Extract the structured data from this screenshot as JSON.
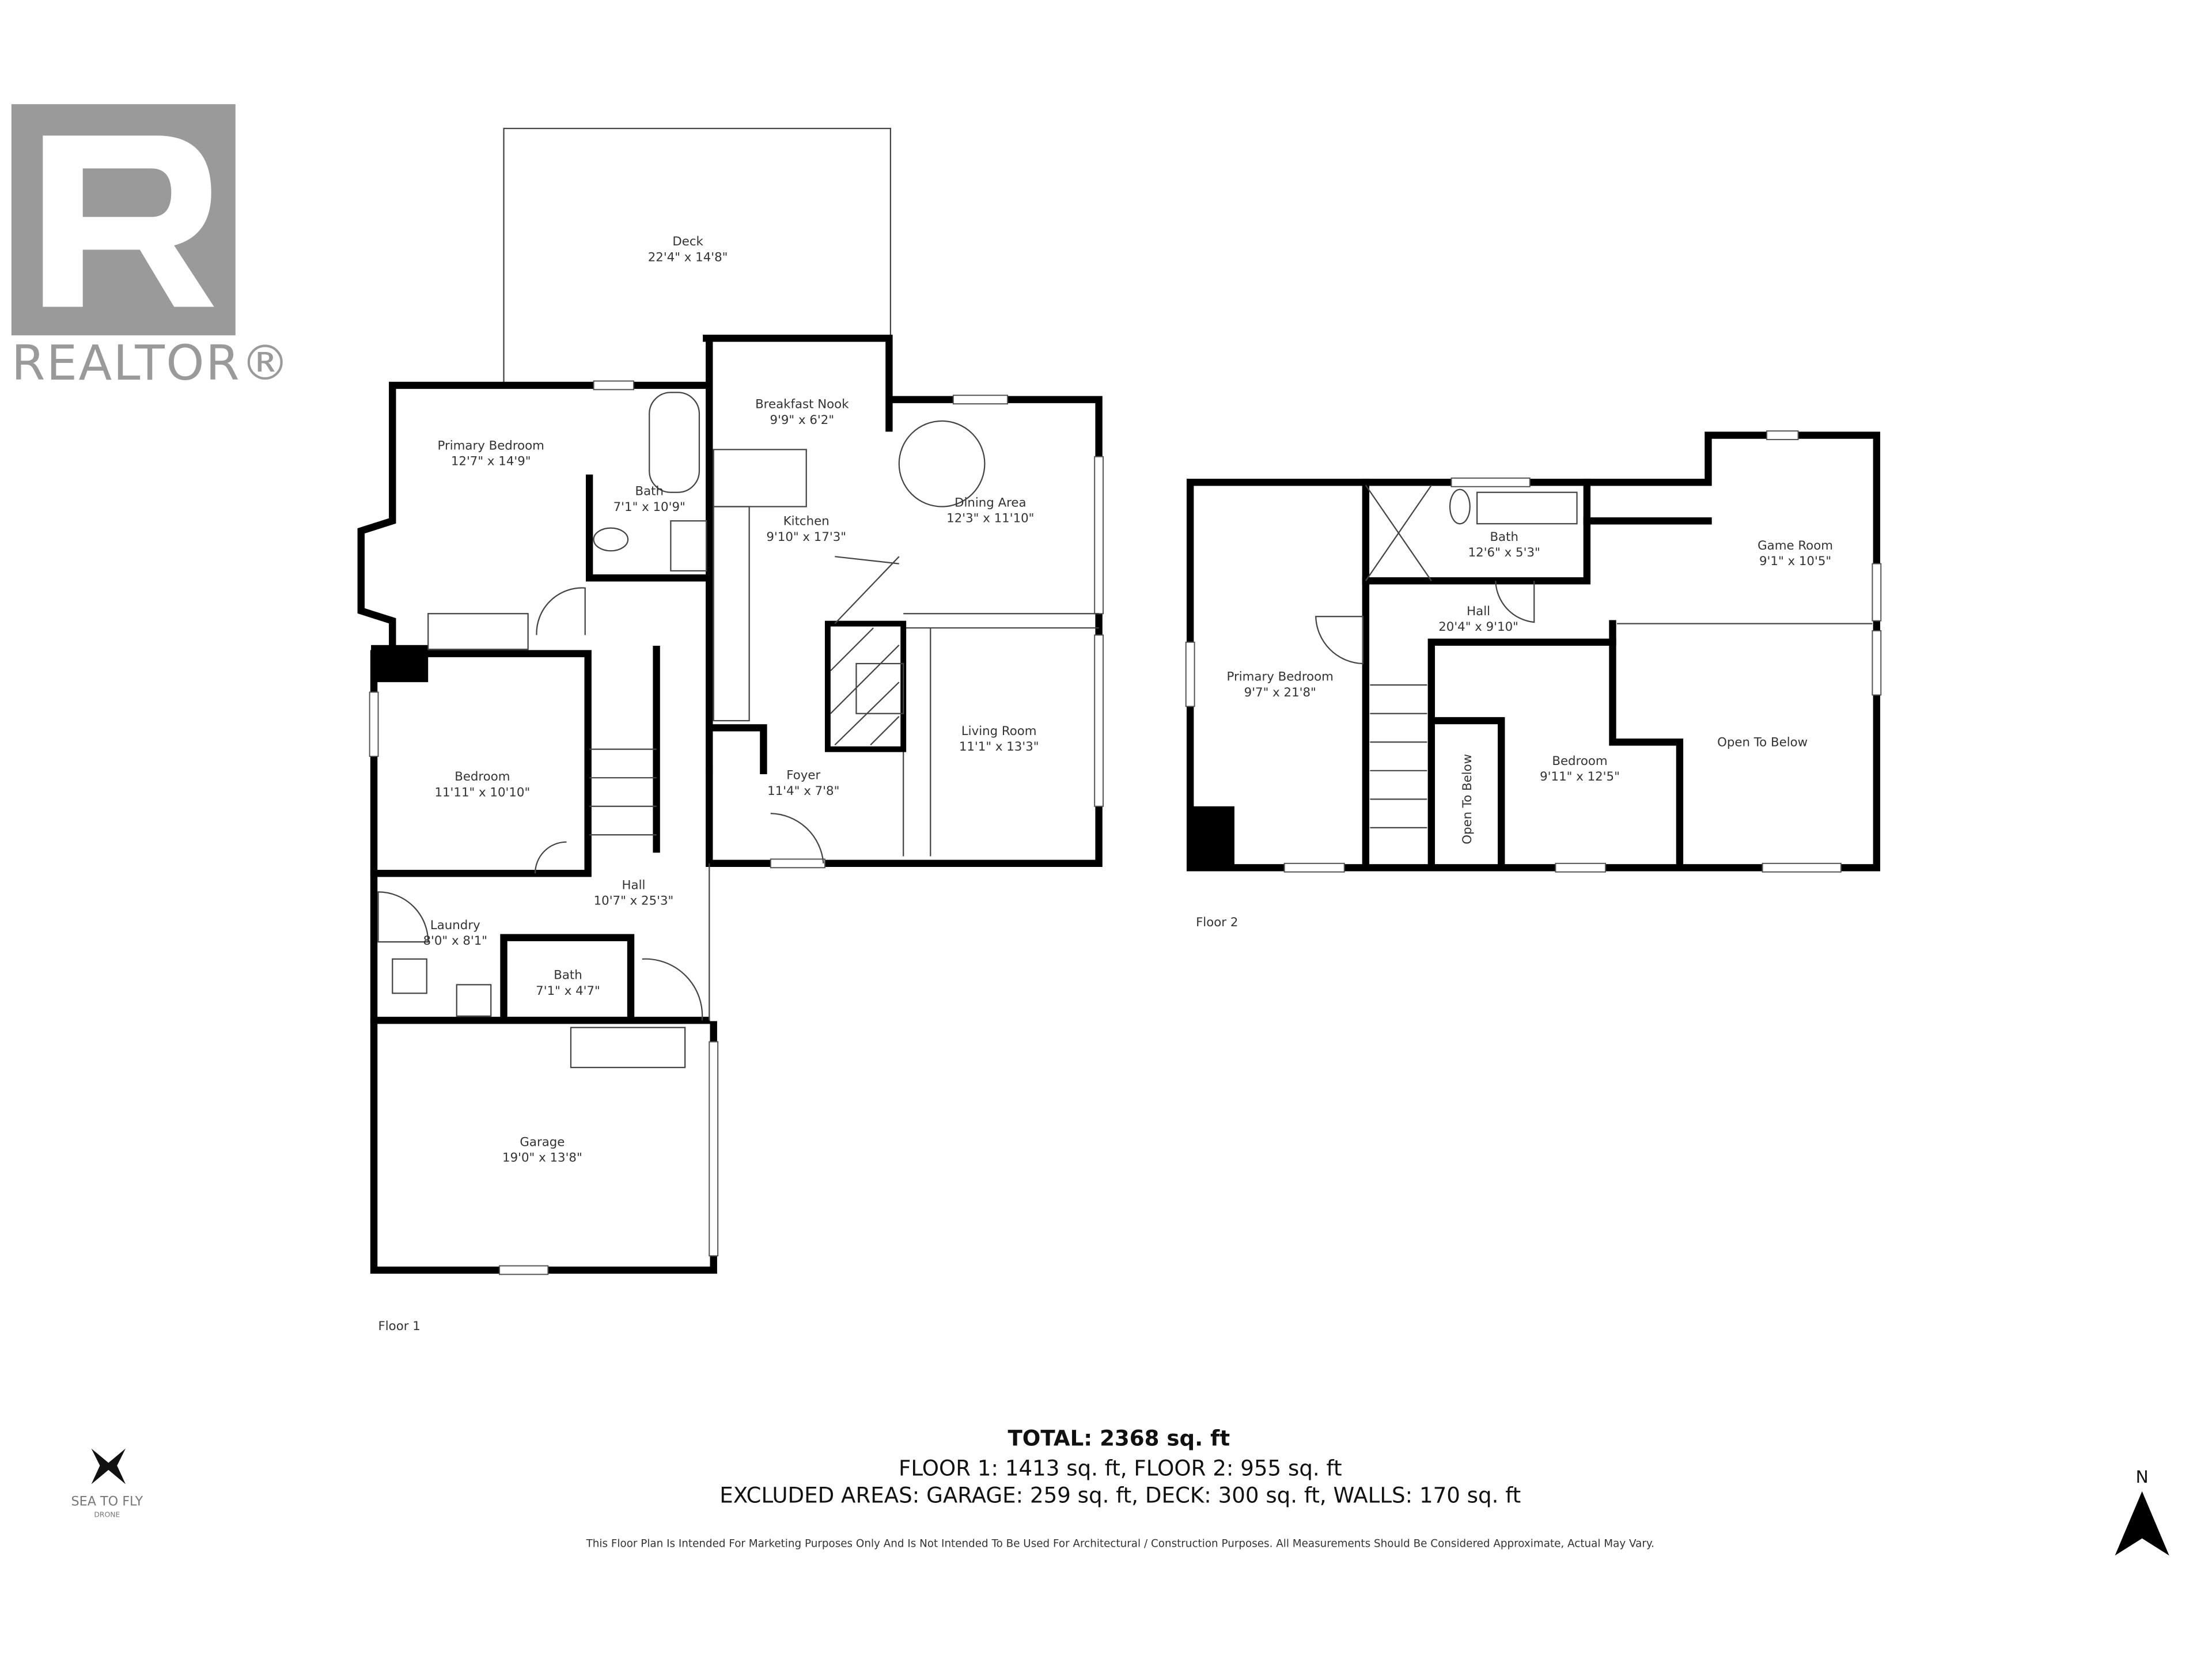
{
  "logos": {
    "realtor": "REALTOR®",
    "sea_to_fly": "SEA TO FLY",
    "sea_to_fly_sub": "DRONE"
  },
  "floor1": {
    "label": "Floor 1",
    "rooms": [
      {
        "name": "Deck",
        "dims": "22'4\" x 14'8\""
      },
      {
        "name": "Breakfast Nook",
        "dims": "9'9\" x 6'2\""
      },
      {
        "name": "Primary Bedroom",
        "dims": "12'7\" x 14'9\""
      },
      {
        "name": "Bath",
        "dims": "7'1\" x 10'9\""
      },
      {
        "name": "Kitchen",
        "dims": "9'10\" x 17'3\""
      },
      {
        "name": "Dining Area",
        "dims": "12'3\" x 11'10\""
      },
      {
        "name": "Bedroom",
        "dims": "11'11\" x 10'10\""
      },
      {
        "name": "Living Room",
        "dims": "11'1\" x 13'3\""
      },
      {
        "name": "Foyer",
        "dims": "11'4\" x 7'8\""
      },
      {
        "name": "Hall",
        "dims": "10'7\" x 25'3\""
      },
      {
        "name": "Laundry",
        "dims": "8'0\" x 8'1\""
      },
      {
        "name": "Bath",
        "dims": "7'1\" x 4'7\""
      },
      {
        "name": "Garage",
        "dims": "19'0\" x 13'8\""
      }
    ]
  },
  "floor2": {
    "label": "Floor 2",
    "rooms": [
      {
        "name": "Bath",
        "dims": "12'6\" x 5'3\""
      },
      {
        "name": "Game Room",
        "dims": "9'1\" x 10'5\""
      },
      {
        "name": "Hall",
        "dims": "20'4\" x 9'10\""
      },
      {
        "name": "Primary Bedroom",
        "dims": "9'7\" x 21'8\""
      },
      {
        "name": "Bedroom",
        "dims": "9'11\" x 12'5\""
      },
      {
        "name": "Open To Below",
        "dims": ""
      },
      {
        "name": "Open To Below",
        "dims": ""
      }
    ]
  },
  "summary": {
    "total": "TOTAL: 2368 sq. ft",
    "floors": "FLOOR 1: 1413 sq. ft, FLOOR 2: 955 sq. ft",
    "excluded": "EXCLUDED AREAS: GARAGE: 259 sq. ft, DECK: 300 sq. ft, WALLS: 170 sq. ft",
    "disclaimer": "This Floor Plan Is Intended For Marketing Purposes Only And Is Not Intended To Be Used For Architectural / Construction Purposes. All Measurements Should Be Considered Approximate, Actual May Vary."
  },
  "compass": {
    "label": "N",
    "icon": "north-arrow-icon"
  },
  "colors": {
    "walls": "#000000",
    "logo_gray": "#9a9a9a"
  }
}
